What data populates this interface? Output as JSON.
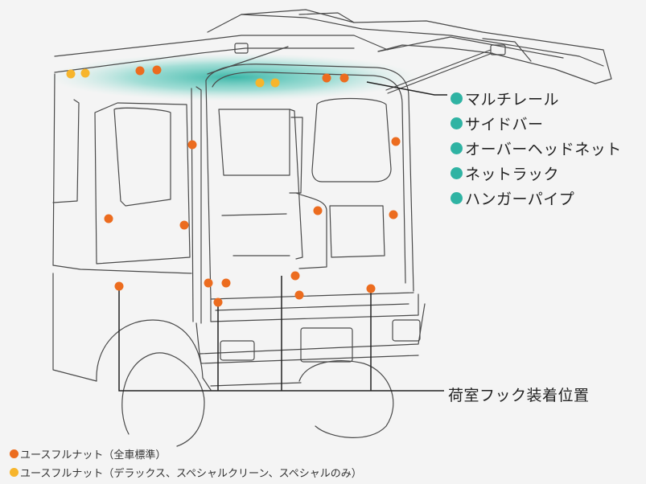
{
  "colors": {
    "background": "#f4f4f4",
    "standard_nut": "#ec6c1f",
    "optional_nut": "#f7b52c",
    "accessory": "#2fb3a3",
    "line": "#222222",
    "vehicle_line": "#4a4a4a"
  },
  "accessories": [
    {
      "label": "マルチレール",
      "icon": "teal-dot"
    },
    {
      "label": "サイドバー",
      "icon": "teal-dot"
    },
    {
      "label": "オーバーヘッドネット",
      "icon": "teal-dot"
    },
    {
      "label": "ネットラック",
      "icon": "teal-dot"
    },
    {
      "label": "ハンガーパイプ",
      "icon": "teal-dot"
    }
  ],
  "hook_label": "荷室フック装着位置",
  "legend": [
    {
      "color": "#ec6c1f",
      "text": "ユースフルナット（全車標準）"
    },
    {
      "color": "#f7b52c",
      "text": "ユースフルナット（デラックス、スペシャルクリーン、スペシャルのみ）"
    }
  ]
}
